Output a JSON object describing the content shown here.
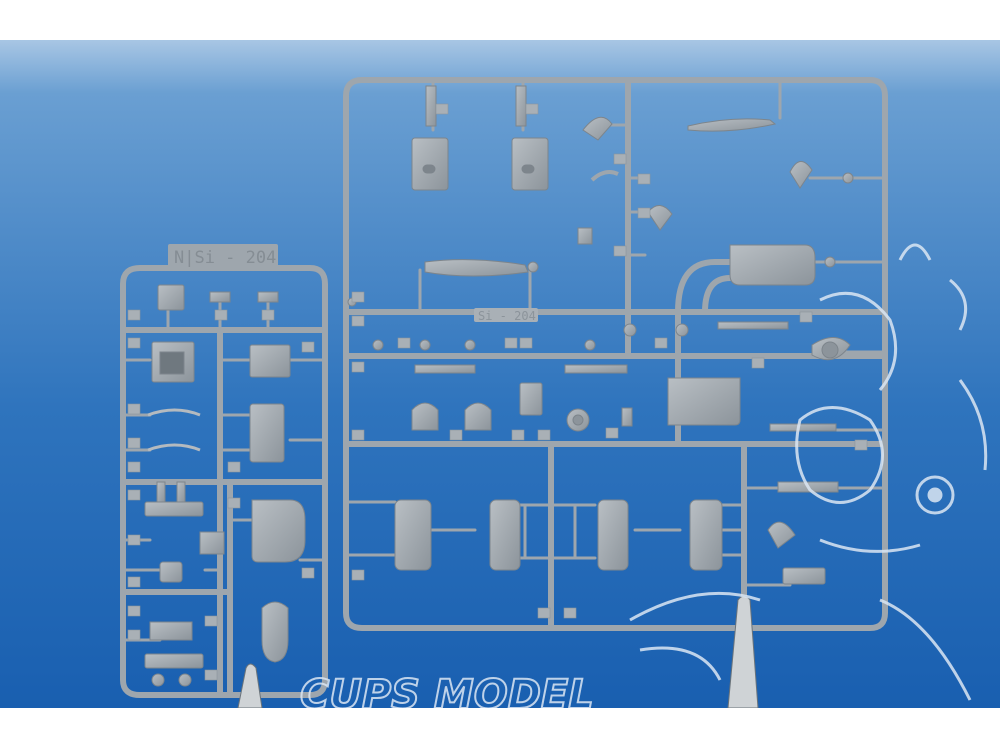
{
  "image": {
    "subject": "plastic model kit sprues",
    "sprue_left_code": "N",
    "sprue_left_name": "Si - 204",
    "sprue_right_name": "Si - 204",
    "watermark": "CUPS MODEL"
  },
  "colors": {
    "background_top": "#5d95ce",
    "background_bottom": "#1d66b6",
    "plastic": "#9ea6ad",
    "plastic_dark": "#7d858c",
    "plastic_light": "#b8bec3",
    "watermark": "#dbe6f3"
  }
}
